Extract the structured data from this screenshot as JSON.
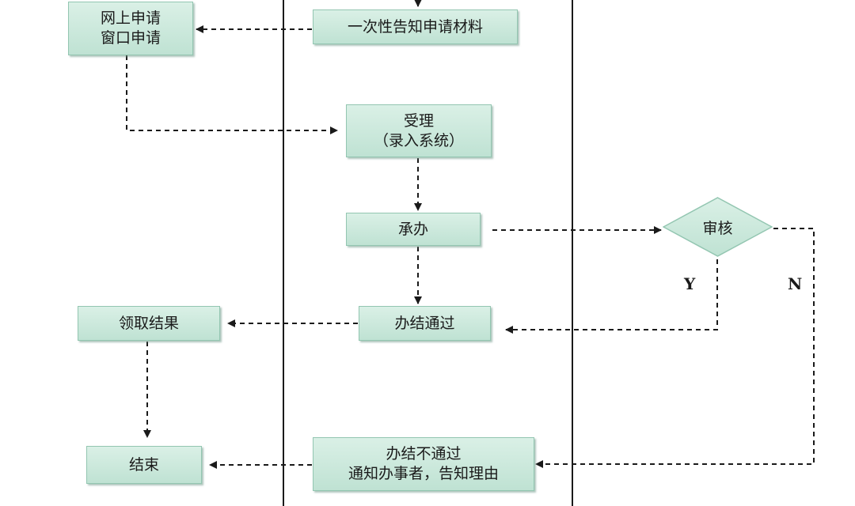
{
  "nodes": {
    "apply": {
      "line1": "网上申请",
      "line2": "窗口申请"
    },
    "notify_materials": "一次性告知申请材料",
    "accept": {
      "line1": "受理",
      "line2": "（录入系统）"
    },
    "handle": "承办",
    "pass": "办结通过",
    "collect": "领取结果",
    "end": "结束",
    "fail": {
      "line1": "办结不通过",
      "line2": "通知办事者，告知理由"
    },
    "review": "审核"
  },
  "branch_labels": {
    "yes": "Y",
    "no": "N"
  },
  "colors": {
    "box_fill_top": "#daf0e6",
    "box_fill_bottom": "#bfe2d3",
    "box_border": "#93c6b1",
    "line": "#1a1a1a"
  }
}
